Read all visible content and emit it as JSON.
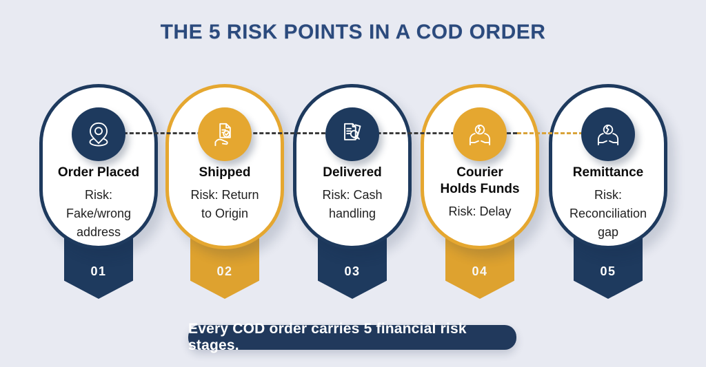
{
  "title": "THE 5 RISK POINTS IN A COD ORDER",
  "colors": {
    "background": "#e8eaf2",
    "navy": "#1e3a5e",
    "yellow": "#e5a730",
    "title_navy": "#2b4a7d",
    "dash_dark": "#3b3b3b",
    "dash_yellow": "#d9a33a",
    "footer_navy": "#21395c"
  },
  "stages": [
    {
      "number": "01",
      "theme": "navy",
      "icon": "location-pin-icon",
      "title_lines": [
        "Order Placed"
      ],
      "risk_lines": [
        "Risk:",
        "Fake/wrong",
        "address"
      ]
    },
    {
      "number": "02",
      "theme": "yellow",
      "icon": "document-check-hand-icon",
      "title_lines": [
        "Shipped"
      ],
      "risk_lines": [
        "Risk: Return",
        "to Origin"
      ]
    },
    {
      "number": "03",
      "theme": "navy",
      "icon": "invoice-magnifier-icon",
      "title_lines": [
        "Delivered"
      ],
      "risk_lines": [
        "Risk: Cash",
        "handling"
      ]
    },
    {
      "number": "04",
      "theme": "yellow",
      "icon": "hands-holding-funds-icon",
      "title_lines": [
        "Courier",
        "Holds Funds"
      ],
      "risk_lines": [
        "Risk: Delay"
      ]
    },
    {
      "number": "05",
      "theme": "navy",
      "icon": "hands-holding-funds-icon",
      "title_lines": [
        "Remittance"
      ],
      "risk_lines": [
        "Risk:",
        "Reconciliation",
        "gap"
      ]
    }
  ],
  "footer": {
    "text": "Every COD order carries 5 financial risk stages."
  }
}
